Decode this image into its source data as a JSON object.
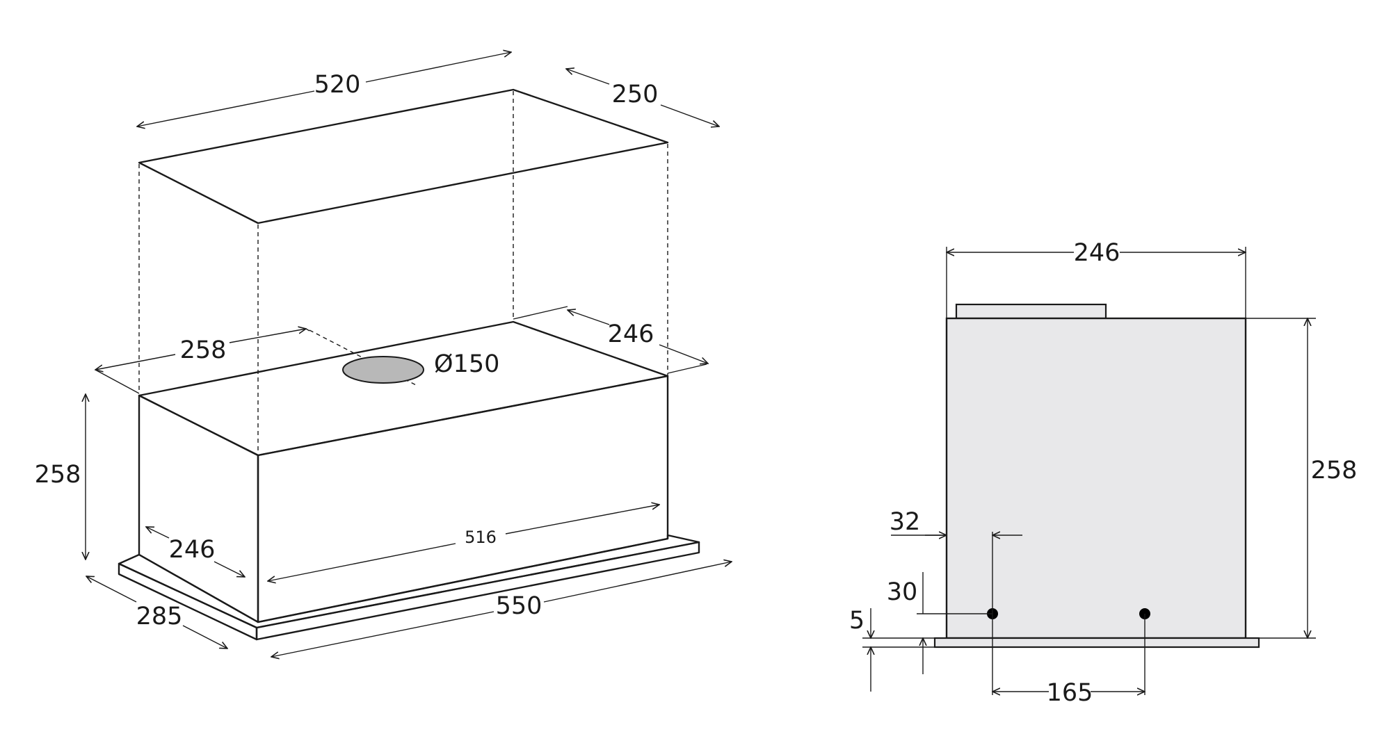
{
  "iso_view": {
    "dims": {
      "top_width": "520",
      "top_depth": "250",
      "body_width": "258",
      "body_depth": "246",
      "duct_diameter": "Ø150",
      "height": "258",
      "inner_depth": "246",
      "inner_width": "516",
      "base_depth": "285",
      "base_width": "550"
    }
  },
  "side_view": {
    "dims": {
      "width": "246",
      "height": "258",
      "offset_x": "32",
      "hole_height": "30",
      "flange": "5",
      "hole_spacing": "165"
    }
  },
  "colors": {
    "line": "#1a1a1a",
    "body_fill": "#e8e8ea",
    "side_fill": "#bcbcbc",
    "base_fill": "#d4d4d4",
    "duct_fill": "#b8b8b8",
    "hole_fill": "#000000"
  }
}
